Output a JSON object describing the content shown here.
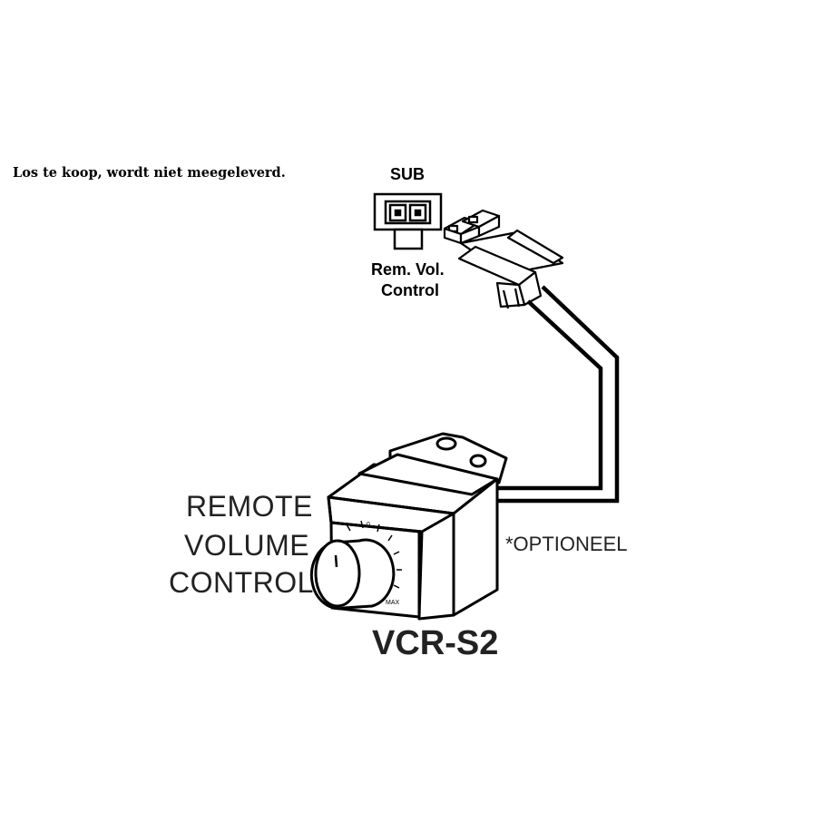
{
  "note": "Los te koop, wordt niet meegeleverd.",
  "connector": {
    "label": "SUB",
    "caption_line1": "Rem. Vol.",
    "caption_line2": "Control"
  },
  "product": {
    "name_line1": "REMOTE",
    "name_line2": "VOLUME",
    "name_line3": "CONTROL",
    "model": "VCR-S2",
    "optional_tag": "*OPTIONEEL",
    "dial_zero": "0",
    "dial_max": "MAX"
  },
  "colors": {
    "ink": "#000000",
    "background": "#ffffff"
  }
}
